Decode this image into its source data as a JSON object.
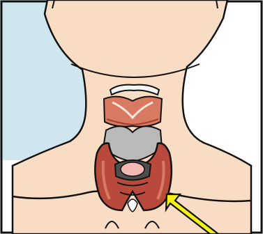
{
  "figure": {
    "type": "anatomical illustration",
    "parts": [
      "head-neck-outline",
      "hyoid-bone",
      "thyroid-cartilage",
      "thyroid-gland",
      "trachea",
      "clavicles",
      "pointer-arrow"
    ],
    "colors": {
      "background_left": "#cfe6ef",
      "background_right": "#ffffff",
      "skin": "#f9dcc4",
      "outline": "#111111",
      "thyroid_gland": "#b94a3b",
      "thyroid_highlight": "#d87a62",
      "cartilage_gray": "#b9b9b9",
      "cartilage_dark": "#4d4d4d",
      "throat_pink": "#f2b8b3",
      "arrow_fill": "#f7ef18"
    }
  }
}
